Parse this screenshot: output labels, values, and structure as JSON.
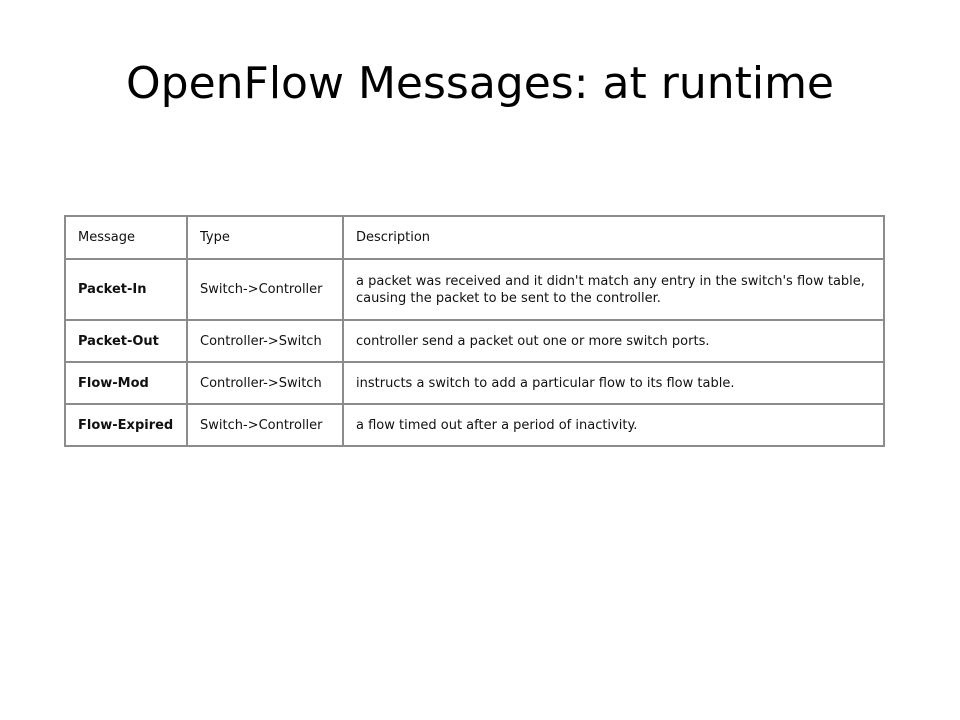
{
  "slide": {
    "title": "OpenFlow Messages: at runtime"
  },
  "table": {
    "headers": {
      "message": "Message",
      "type": "Type",
      "description": "Description"
    },
    "rows": [
      {
        "message": "Packet-In",
        "type": "Switch->Controller",
        "description": "a packet was received and it didn't match any entry in the switch's flow table, causing the packet to be sent to the controller."
      },
      {
        "message": "Packet-Out",
        "type": "Controller->Switch",
        "description": "controller send a packet out one or more switch ports."
      },
      {
        "message": "Flow-Mod",
        "type": "Controller->Switch",
        "description": "instructs a switch to add a particular flow to its flow table."
      },
      {
        "message": "Flow-Expired",
        "type": "Switch->Controller",
        "description": "a flow timed out after a period of inactivity."
      }
    ]
  }
}
